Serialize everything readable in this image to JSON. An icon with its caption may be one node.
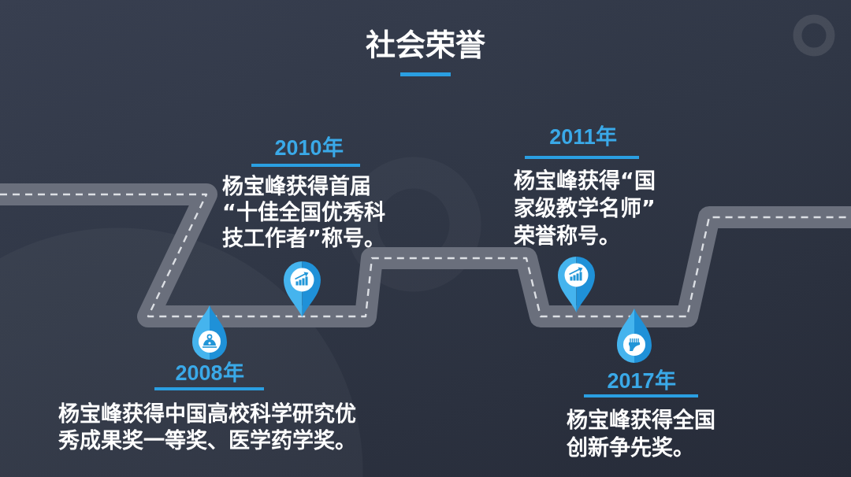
{
  "diagram": {
    "title": "社会荣誉",
    "labels": [
      "2008年",
      "杨宝峰获得中国高校科学研究优秀成果奖一等奖、医学药学奖。",
      "2010年",
      "杨宝峰获得首届“十佳全国优秀科技工作者”称号。",
      "2011年",
      "杨宝峰获得“国家级教学名师”荣誉称号。",
      "2017年",
      "杨宝峰获得全国创新争先奖。"
    ]
  }
}
